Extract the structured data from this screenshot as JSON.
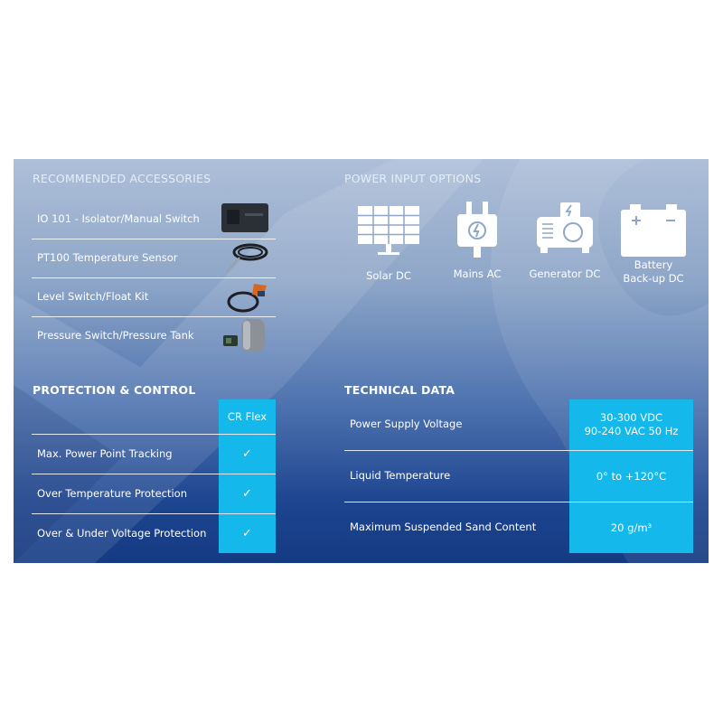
{
  "accessories": {
    "title": "RECOMMENDED ACCESSORIES",
    "items": [
      {
        "label": "IO 101 - Isolator/Manual Switch",
        "icon": "isolator-switch-box"
      },
      {
        "label": "PT100 Temperature Sensor",
        "icon": "temperature-sensor-cable"
      },
      {
        "label": "Level Switch/Float Kit",
        "icon": "float-switch"
      },
      {
        "label": "Pressure Switch/Pressure Tank",
        "icon": "pressure-tank"
      }
    ]
  },
  "power": {
    "title": "POWER INPUT OPTIONS",
    "options": [
      {
        "label": "Solar DC",
        "icon": "solar-panel-icon"
      },
      {
        "label": "Mains AC",
        "icon": "mains-plug-icon"
      },
      {
        "label": "Generator DC",
        "icon": "generator-icon"
      },
      {
        "label": "Battery\nBack-up DC",
        "icon": "battery-icon"
      }
    ]
  },
  "protection": {
    "title": "PROTECTION & CONTROL",
    "column_header": "CR Flex",
    "rows": [
      {
        "label": "Max. Power Point Tracking",
        "value": "✓"
      },
      {
        "label": "Over Temperature Protection",
        "value": "✓"
      },
      {
        "label": "Over & Under Voltage Protection",
        "value": "✓"
      }
    ]
  },
  "technical": {
    "title": "TECHNICAL DATA",
    "rows": [
      {
        "label": "Power Supply Voltage",
        "value": "30-300 VDC\n90-240 VAC 50 Hz"
      },
      {
        "label": "Liquid Temperature",
        "value": "0° to +120°C"
      },
      {
        "label": "Maximum Suspended Sand Content",
        "value": "20 g/m³"
      }
    ]
  },
  "colors": {
    "panel_top": "#aebfd8",
    "panel_bottom": "#143a82",
    "accent_cyan": "#14b8ea",
    "text": "#ffffff"
  }
}
